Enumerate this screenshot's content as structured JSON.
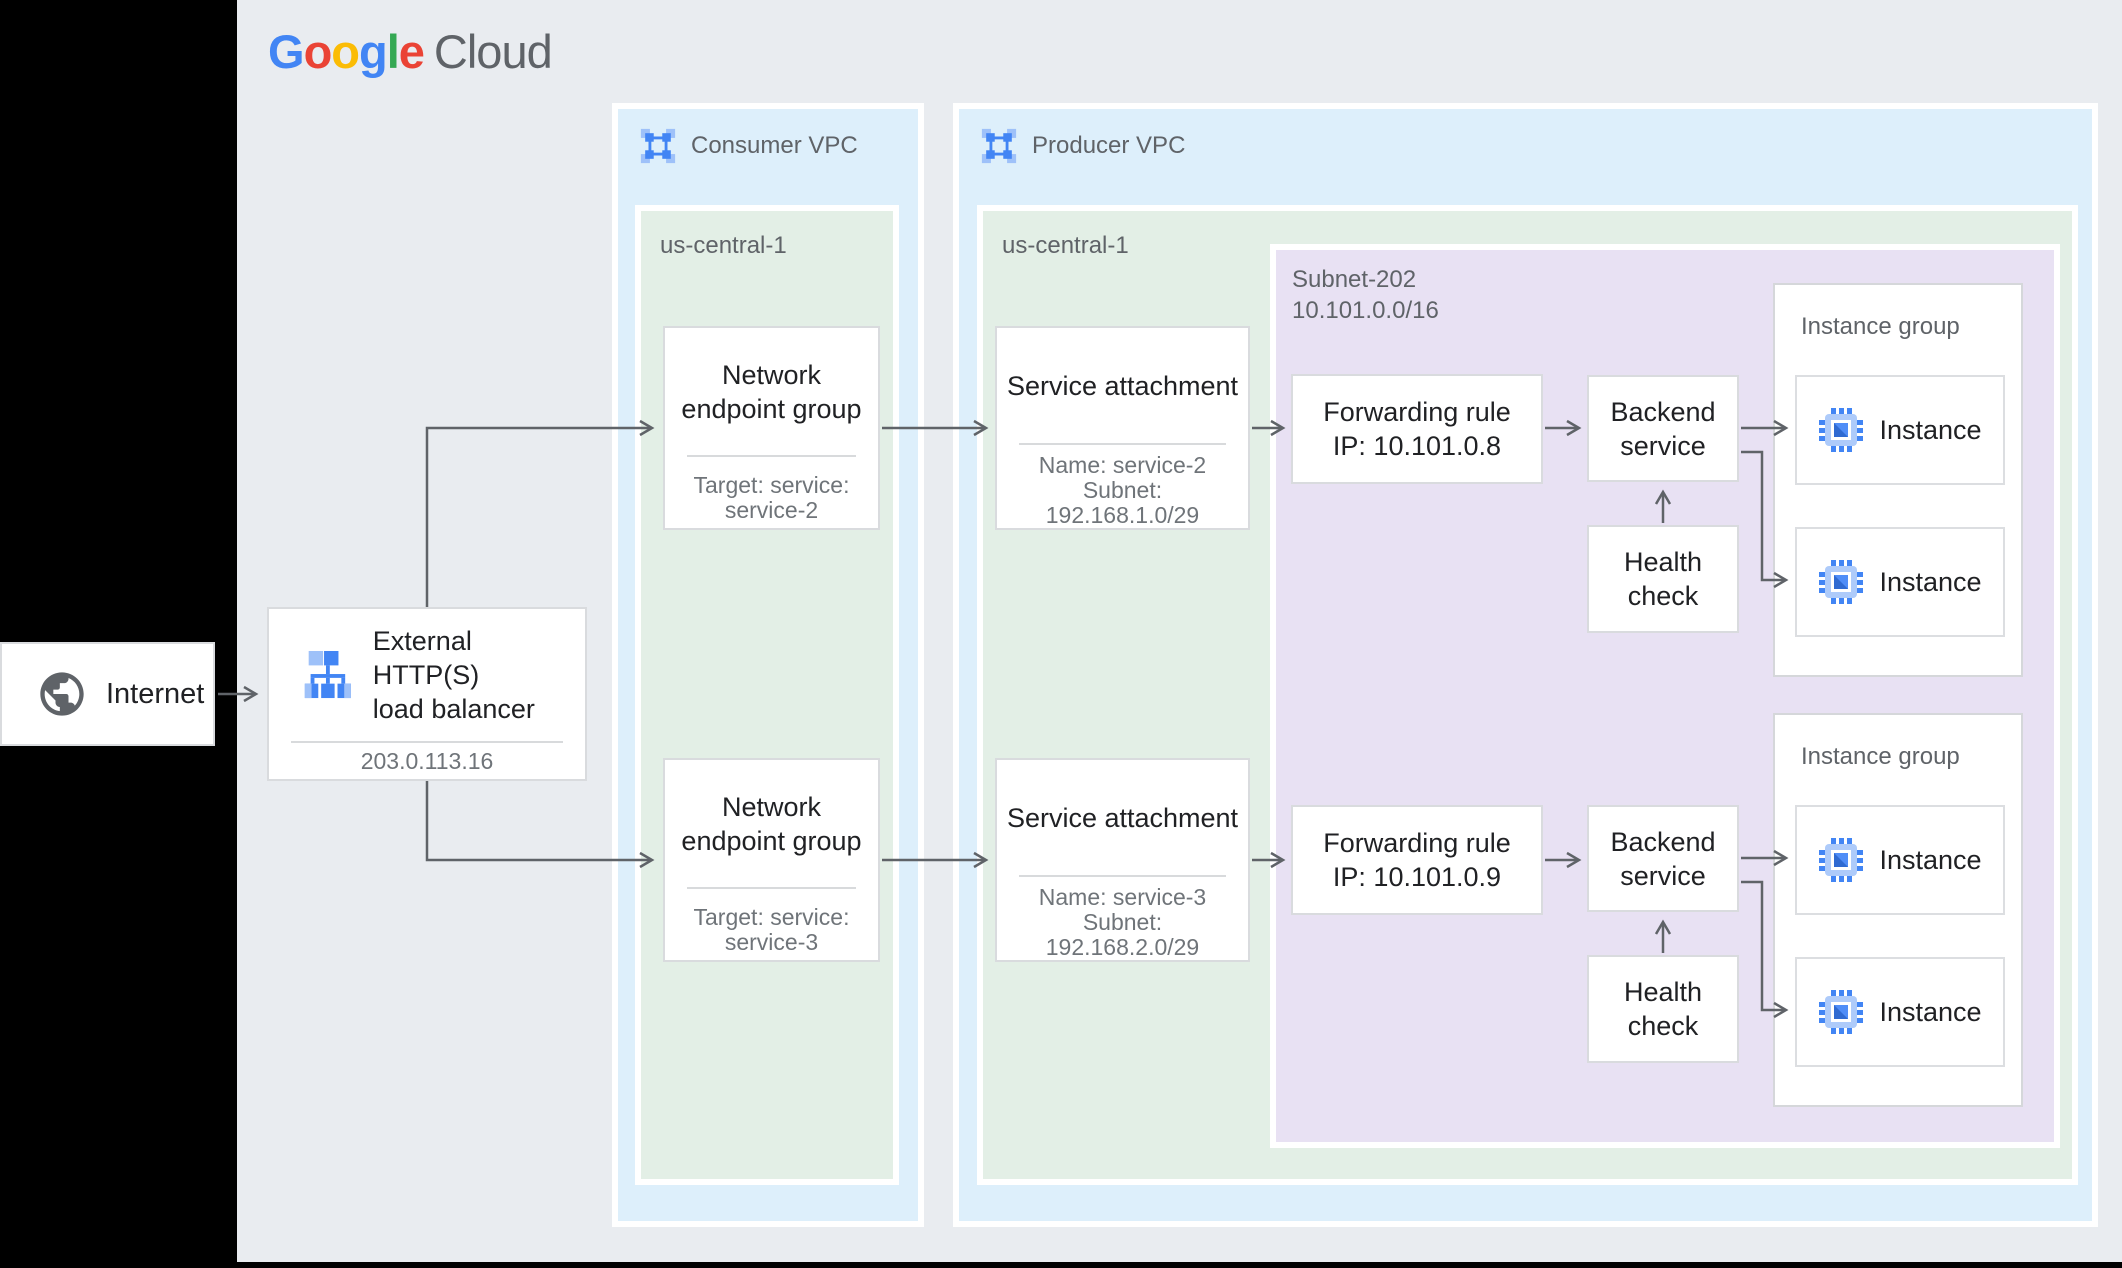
{
  "google_logo": {
    "letters": [
      {
        "char": "G",
        "color": "#4285F4"
      },
      {
        "char": "o",
        "color": "#EA4335"
      },
      {
        "char": "o",
        "color": "#FBBC05"
      },
      {
        "char": "g",
        "color": "#4285F4"
      },
      {
        "char": "l",
        "color": "#34A853"
      },
      {
        "char": "e",
        "color": "#EA4335"
      }
    ],
    "cloud_text": "Cloud"
  },
  "internet": {
    "label": "Internet"
  },
  "load_balancer": {
    "title_lines": [
      "External HTTP(S)",
      "load balancer"
    ],
    "ip": "203.0.113.16"
  },
  "consumer_vpc": {
    "label": "Consumer VPC",
    "region_label": "us-central-1",
    "network_endpoint_groups": [
      {
        "title_lines": [
          "Network",
          "endpoint group"
        ],
        "caption_lines": [
          "Target: service:",
          "service-2"
        ]
      },
      {
        "title_lines": [
          "Network",
          "endpoint group"
        ],
        "caption_lines": [
          "Target: service:",
          "service-3"
        ]
      }
    ]
  },
  "producer_vpc": {
    "label": "Producer VPC",
    "region_label": "us-central-1",
    "service_attachments": [
      {
        "title": "Service attachment",
        "caption_lines": [
          "Name: service-2",
          "Subnet:",
          "192.168.1.0/29"
        ]
      },
      {
        "title": "Service attachment",
        "caption_lines": [
          "Name: service-3",
          "Subnet:",
          "192.168.2.0/29"
        ]
      }
    ],
    "subnet": {
      "label_lines": [
        "Subnet-202",
        "10.101.0.0/16"
      ],
      "rows": [
        {
          "forwarding_rule_lines": [
            "Forwarding rule",
            "IP: 10.101.0.8"
          ],
          "backend_service_lines": [
            "Backend",
            "service"
          ],
          "health_check_lines": [
            "Health",
            "check"
          ],
          "instance_group_label": "Instance group",
          "instances": [
            {
              "label": "Instance"
            },
            {
              "label": "Instance"
            }
          ]
        },
        {
          "forwarding_rule_lines": [
            "Forwarding rule",
            "IP: 10.101.0.9"
          ],
          "backend_service_lines": [
            "Backend",
            "service"
          ],
          "health_check_lines": [
            "Health",
            "check"
          ],
          "instance_group_label": "Instance group",
          "instances": [
            {
              "label": "Instance"
            },
            {
              "label": "Instance"
            }
          ]
        }
      ]
    }
  },
  "colors": {
    "canvas_bg": "#e9ecf0",
    "side_bar": "#000000",
    "vpc_bg": "#ddeffb",
    "region_bg": "#e3efe6",
    "subnet_bg": "#e8e1f3",
    "node_border": "#d9dbde",
    "title_text": "#202124",
    "muted_text": "#6f7479",
    "label_text": "#5f6368",
    "arrow": "#5f6368",
    "icon_blue": "#4285f4",
    "icon_blue_light": "#9ec1f9"
  }
}
